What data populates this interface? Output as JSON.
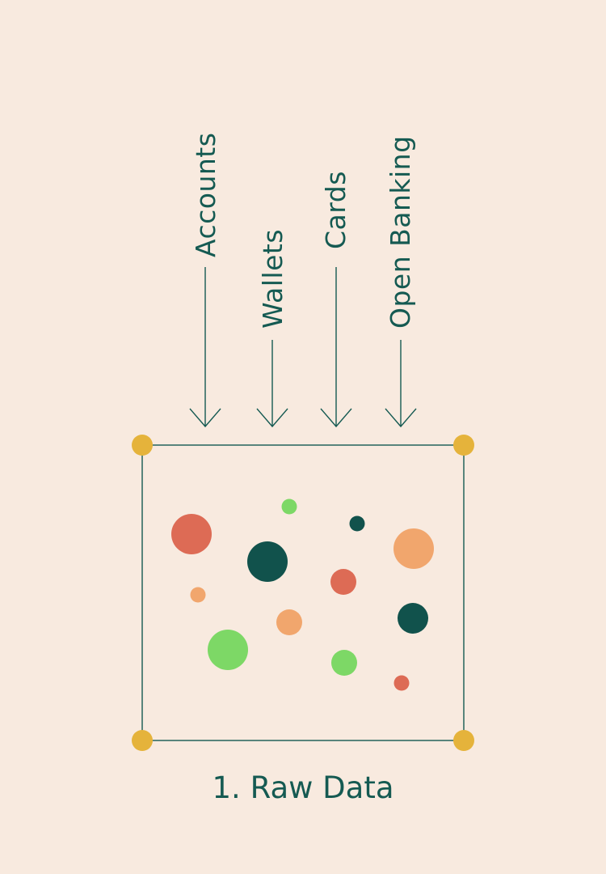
{
  "colors": {
    "background": "#f8eadf",
    "ink": "#155a52",
    "corner": "#e5b33b",
    "dot_red": "#dd6b55",
    "dot_teal": "#11524c",
    "dot_green": "#7dd866",
    "dot_orange": "#f1a66d"
  },
  "sources": [
    {
      "label": "Accounts"
    },
    {
      "label": "Wallets"
    },
    {
      "label": "Cards"
    },
    {
      "label": "Open Banking"
    }
  ],
  "caption": "1. Raw Data",
  "dots": [
    {
      "color": "dot_red"
    },
    {
      "color": "dot_green"
    },
    {
      "color": "dot_teal"
    },
    {
      "color": "dot_teal"
    },
    {
      "color": "dot_orange"
    },
    {
      "color": "dot_red"
    },
    {
      "color": "dot_orange"
    },
    {
      "color": "dot_orange"
    },
    {
      "color": "dot_teal"
    },
    {
      "color": "dot_green"
    },
    {
      "color": "dot_green"
    },
    {
      "color": "dot_red"
    }
  ]
}
